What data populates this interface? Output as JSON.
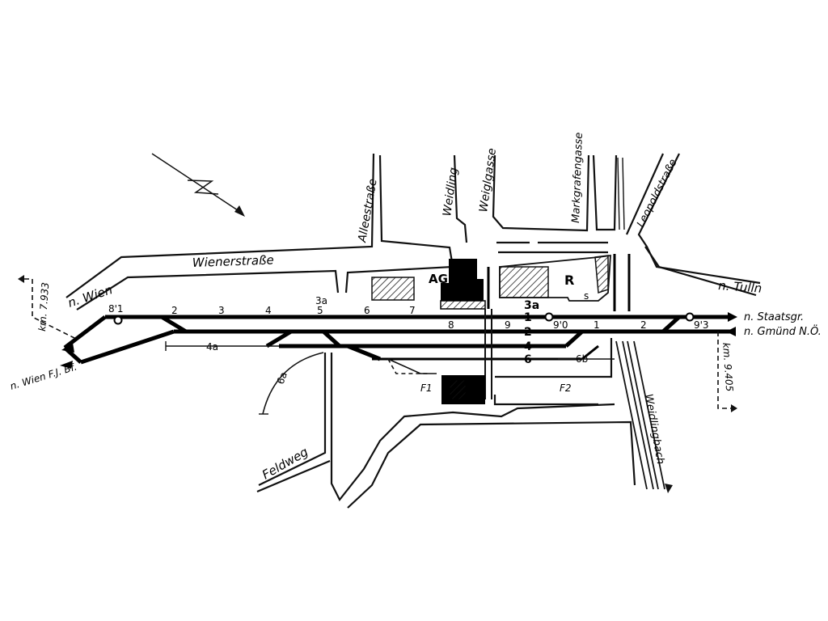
{
  "map": {
    "streets": {
      "wienerstrasse": "Wienerstraße",
      "alleestrasse": "Alleestraße",
      "weidling": "Weidling",
      "weiglgasse": "Weiglgasse",
      "markgrafengasse": "Markgrafengasse",
      "leopoldstrasse": "Leopoldstraße",
      "feldweg": "Feldweg",
      "weidlingbach": "Weidlingbach"
    },
    "directions": {
      "to_wien": "n. Wien",
      "to_wien_fjbf": "n. Wien F.J. Bf.",
      "to_tulln": "n. Tulln",
      "to_staatsgr": "n. Staatsgr.",
      "to_gmuend": "n. Gmünd N.Ö."
    },
    "km_markers": {
      "west": "km. 7.933",
      "east": "km. 9.405"
    },
    "buildings": {
      "ag": "AG",
      "r": "R",
      "f1": "F1",
      "f2": "F2"
    },
    "track_numbers": {
      "t1": "1",
      "t2": "2",
      "t4": "4",
      "t6": "6",
      "t3a": "3a",
      "t4a": "4a",
      "t6a": "6a",
      "t6b": "6b"
    },
    "signals": {
      "s81": "8'1",
      "s90": "9'0",
      "s93": "9'3"
    },
    "switch_labels": [
      "2",
      "3",
      "4",
      "5",
      "6",
      "7",
      "8",
      "9",
      "1",
      "2",
      "3a",
      "s"
    ]
  }
}
